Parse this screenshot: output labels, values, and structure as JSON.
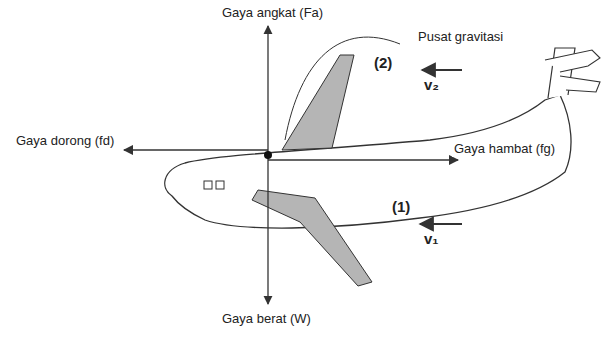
{
  "diagram": {
    "labels": [
      "Gaya angkat (Fa)",
      "Pusat gravitasi",
      "(2)",
      "v₂",
      "Gaya dorong (fd)",
      "Gaya hambat (fg)",
      "(1)",
      "v₁",
      "Gaya berat (W)"
    ]
  }
}
